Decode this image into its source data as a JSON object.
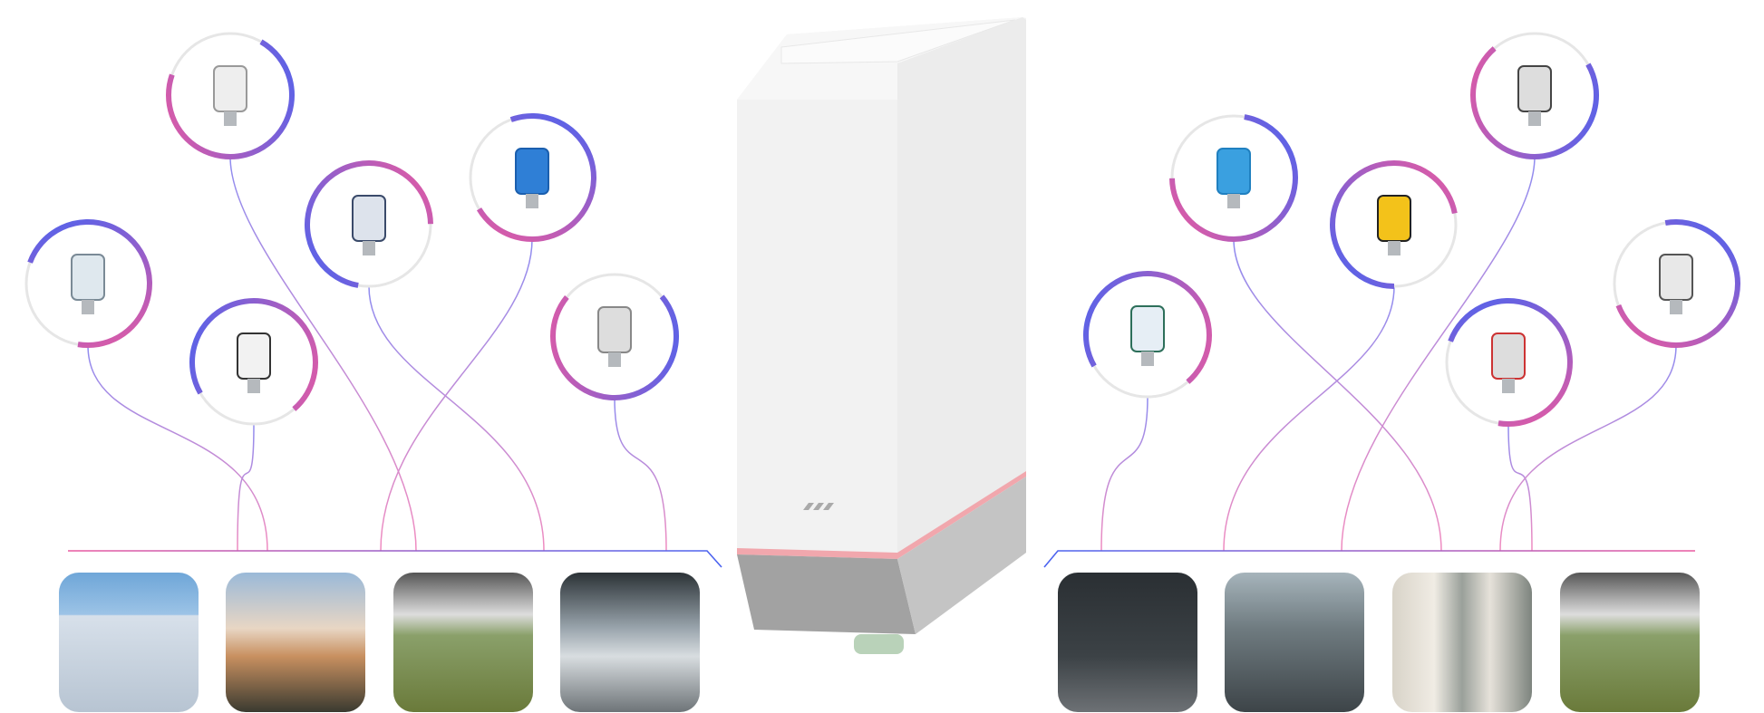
{
  "colors": {
    "pink": "#e95aa0",
    "blue": "#4a63f0",
    "line_light": "#b7a8ee",
    "ring_gray": "#e6e6e6",
    "device_body": "#f0f0f0",
    "device_base": "#a2a2a2",
    "device_stripe": "#f1a7ad"
  },
  "sensors": [
    {
      "name": "pressure-transmitter-icon",
      "side": "left"
    },
    {
      "name": "thermocouple-icon",
      "side": "left"
    },
    {
      "name": "potentiometer-box-icon",
      "side": "left"
    },
    {
      "name": "pressure-sensor-icon",
      "side": "left"
    },
    {
      "name": "radar-level-meter-icon",
      "side": "left"
    },
    {
      "name": "infrared-thermometer-icon",
      "side": "left"
    },
    {
      "name": "turbine-flowmeter-icon",
      "side": "right"
    },
    {
      "name": "temperature-transmitter-icon",
      "side": "right"
    },
    {
      "name": "ultrasonic-sensor-icon",
      "side": "right"
    },
    {
      "name": "rotary-encoder-icon",
      "side": "right"
    },
    {
      "name": "push-button-station-icon",
      "side": "right"
    },
    {
      "name": "compact-pressure-sensor-icon",
      "side": "right"
    }
  ],
  "scenes": [
    {
      "name": "storage-tanks-photo"
    },
    {
      "name": "power-plant-photo"
    },
    {
      "name": "greenhouse-photo"
    },
    {
      "name": "office-photo"
    },
    {
      "name": "weather-station-photo"
    },
    {
      "name": "traffic-photo"
    },
    {
      "name": "condenser-tanks-photo"
    },
    {
      "name": "greenhouse-photo-2"
    }
  ]
}
